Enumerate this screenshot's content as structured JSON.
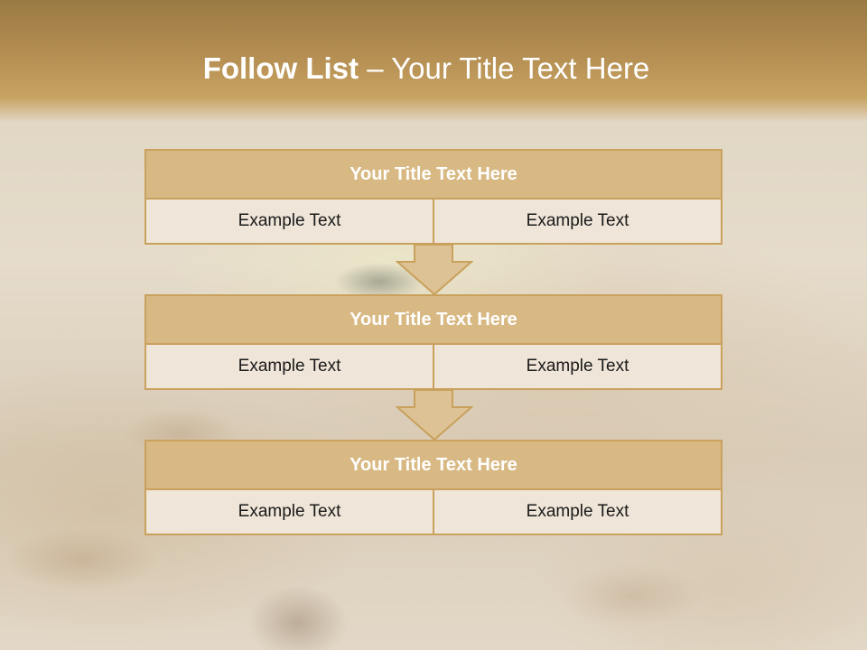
{
  "slide": {
    "title_bold": "Follow List",
    "title_rest": " – Your Title Text Here"
  },
  "blocks": [
    {
      "title": "Your Title Text Here",
      "left": "Example Text",
      "right": "Example Text"
    },
    {
      "title": "Your Title Text Here",
      "left": "Example Text",
      "right": "Example Text"
    },
    {
      "title": "Your Title Text Here",
      "left": "Example Text",
      "right": "Example Text"
    }
  ],
  "colors": {
    "header": "#b48e52",
    "block_title": "#d8b984",
    "border": "#c9a15c",
    "cell_bg": "#efe5d8"
  },
  "icons": [
    "down-arrow-icon",
    "down-arrow-icon"
  ]
}
